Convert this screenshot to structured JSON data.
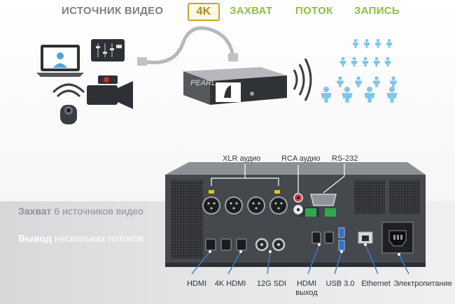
{
  "nav": {
    "source": "ИСТОЧНИК ВИДЕО",
    "fourk": "4K",
    "capture": "ЗАХВАТ",
    "stream": "ПОТОК",
    "record": "ЗАПИСЬ"
  },
  "device": {
    "brand": "PEARL"
  },
  "side": {
    "capture_bold": "Захват",
    "capture_rest": " 6 источников видео",
    "output_bold": "Вывод",
    "output_rest": " нескольких потоков"
  },
  "top_labels": {
    "xlr": "XLR аудио",
    "rca": "RCA аудио",
    "rs232": "RS-232"
  },
  "port_labels": {
    "hdmi": "HDMI",
    "hdmi4k": "4K HDMI",
    "sdi": "12G SDI",
    "hdmi_out_1": "HDMI",
    "hdmi_out_2": "выход",
    "usb": "USB 3.0",
    "ethernet": "Ethernet",
    "power": "Электропитание"
  },
  "colors": {
    "accent_green": "#8cbf3f",
    "accent_gold": "#c9a233",
    "people_blue": "#7fc6e6",
    "icon_dark": "#3a3d42"
  }
}
